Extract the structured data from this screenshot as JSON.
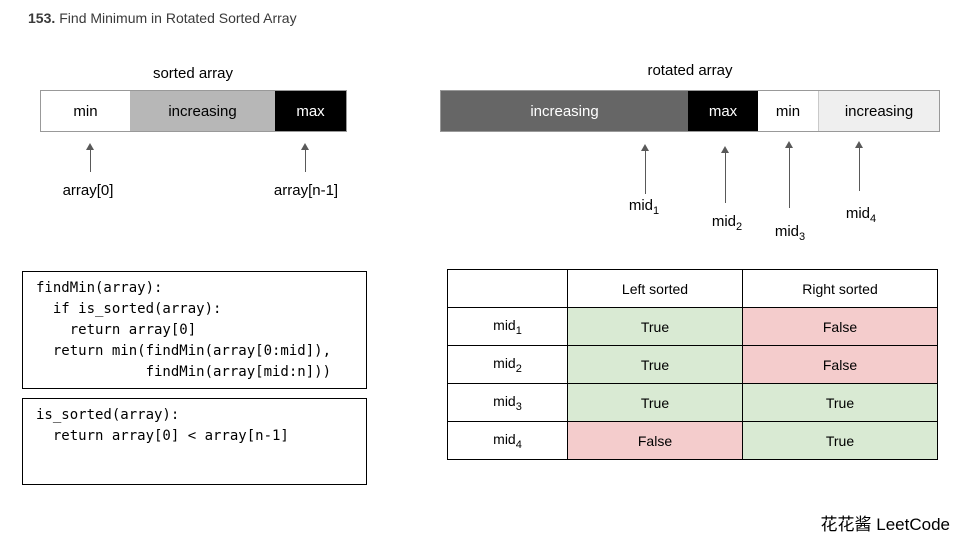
{
  "page": {
    "title_number": "153.",
    "title_text": "Find Minimum in Rotated Sorted Array",
    "watermark": "花花酱 LeetCode"
  },
  "colors": {
    "white": "#ffffff",
    "black": "#000000",
    "gray_medium": "#b7b7b7",
    "gray_dark": "#666666",
    "gray_light": "#efefef",
    "true_green": "#d9ead3",
    "false_red": "#f4cccc",
    "arrow_gray": "#595959"
  },
  "sorted_array": {
    "caption": "sorted array",
    "segments": [
      {
        "label": "min",
        "bg": "#ffffff",
        "fg": "#000000"
      },
      {
        "label": "increasing",
        "bg": "#b7b7b7",
        "fg": "#000000"
      },
      {
        "label": "max",
        "bg": "#000000",
        "fg": "#ffffff"
      }
    ],
    "pointers": [
      {
        "label": "array[0]"
      },
      {
        "label": "array[n-1]"
      }
    ]
  },
  "rotated_array": {
    "caption": "rotated array",
    "segments": [
      {
        "label": "increasing",
        "bg": "#666666",
        "fg": "#ffffff"
      },
      {
        "label": "max",
        "bg": "#000000",
        "fg": "#ffffff"
      },
      {
        "label": "min",
        "bg": "#ffffff",
        "fg": "#000000"
      },
      {
        "label": "increasing",
        "bg": "#efefef",
        "fg": "#000000"
      }
    ],
    "pointers": [
      {
        "base": "mid",
        "sub": "1"
      },
      {
        "base": "mid",
        "sub": "2"
      },
      {
        "base": "mid",
        "sub": "3"
      },
      {
        "base": "mid",
        "sub": "4"
      }
    ]
  },
  "code_blocks": [
    {
      "code": "findMin(array):\n  if is_sorted(array):\n    return array[0]\n  return min(findMin(array[0:mid]),\n             findMin(array[mid:n]))"
    },
    {
      "code": "is_sorted(array):\n  return array[0] < array[n-1]"
    }
  ],
  "table": {
    "headers": [
      "",
      "Left sorted",
      "Right sorted"
    ],
    "rows": [
      {
        "base": "mid",
        "sub": "1",
        "cells": [
          {
            "text": "True",
            "bg": "#d9ead3"
          },
          {
            "text": "False",
            "bg": "#f4cccc"
          }
        ]
      },
      {
        "base": "mid",
        "sub": "2",
        "cells": [
          {
            "text": "True",
            "bg": "#d9ead3"
          },
          {
            "text": "False",
            "bg": "#f4cccc"
          }
        ]
      },
      {
        "base": "mid",
        "sub": "3",
        "cells": [
          {
            "text": "True",
            "bg": "#d9ead3"
          },
          {
            "text": "True",
            "bg": "#d9ead3"
          }
        ]
      },
      {
        "base": "mid",
        "sub": "4",
        "cells": [
          {
            "text": "False",
            "bg": "#f4cccc"
          },
          {
            "text": "True",
            "bg": "#d9ead3"
          }
        ]
      }
    ]
  }
}
